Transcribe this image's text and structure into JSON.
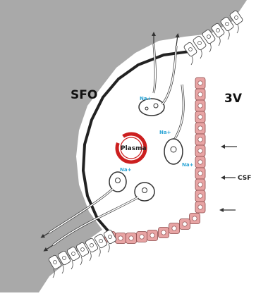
{
  "labels": {
    "sfo": "SFO",
    "third_ventricle": "3V",
    "csf": "CSF",
    "plasma": "Plasma",
    "sodium": "Na+"
  },
  "colors": {
    "tissue": "#a9a9a9",
    "organ_fill": "#ffffff",
    "ependyma": "#e8a4a4",
    "ependyma_nucleus": "#ffffff",
    "vessel_ring": "#cc1f1f",
    "sodium_text": "#2fa6d6",
    "outline": "#222222"
  },
  "icons": {
    "csf_flow": "arrow-left-icon",
    "vessel": "capillary-ring-icon"
  }
}
